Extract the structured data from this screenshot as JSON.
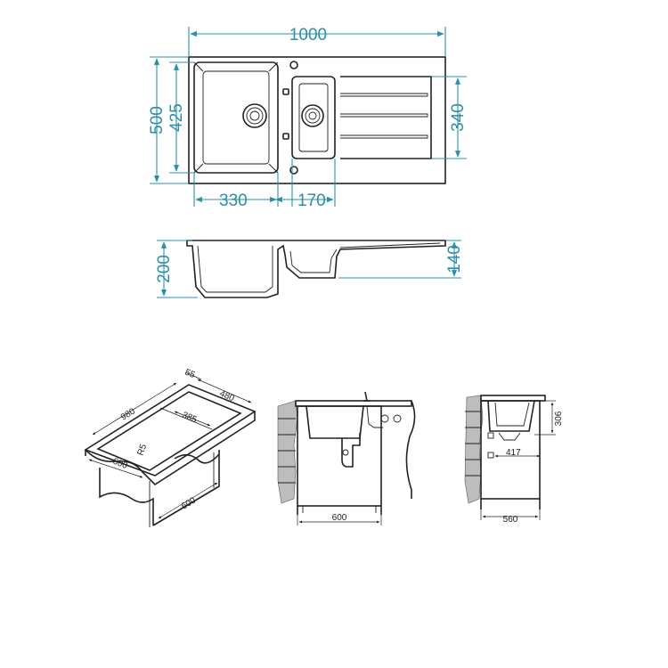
{
  "top_view": {
    "dims": {
      "overall_width": "1000",
      "overall_depth": "500",
      "bowl_depth": "425",
      "drainer_depth": "340",
      "main_bowl_width": "330",
      "small_bowl_width": "170"
    }
  },
  "side_view": {
    "dims": {
      "main_bowl_height": "200",
      "small_bowl_height": "140"
    }
  },
  "iso_view": {
    "dims": {
      "length": "980",
      "depth": "480",
      "edge": "55",
      "bowl_width": "385",
      "radius": "R5",
      "cabinet_front": "600",
      "cabinet_side": "600"
    }
  },
  "cabinet_front_view": {
    "dims": {
      "cabinet_width": "600"
    }
  },
  "cabinet_side_view": {
    "dims": {
      "height": "306",
      "depth_inner": "417",
      "cabinet_depth": "560"
    }
  },
  "colors": {
    "dimension": "#2b8fa8",
    "line": "#222222",
    "wall": "#bdbdbd"
  }
}
